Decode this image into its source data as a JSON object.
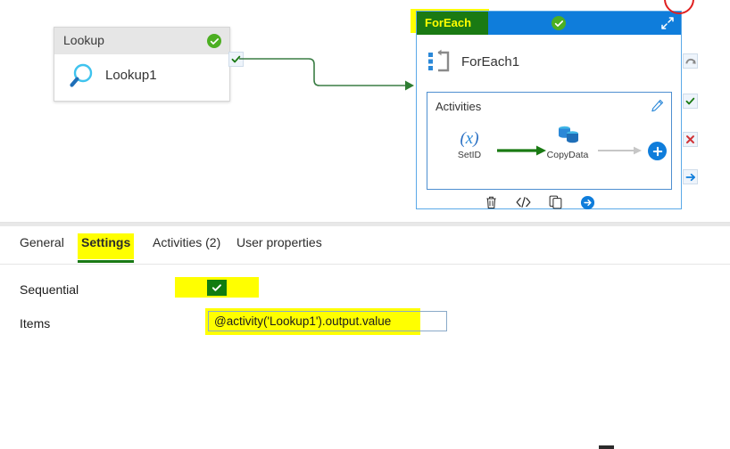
{
  "canvas": {
    "lookup_activity": {
      "type_label": "Lookup",
      "name": "Lookup1",
      "status_icon": "green-check-circle-icon",
      "search_icon": "magnifier-icon"
    },
    "connector": {
      "handle_icon": "green-check-icon",
      "color": "#2e7d32"
    },
    "foreach_activity": {
      "type_label": "ForEach",
      "name": "ForEach1",
      "status_icon": "green-check-circle-icon",
      "expand_icon": "collapse-expand-icon",
      "header_bg": "#0f7ddb",
      "header_highlight": "#1a7a13",
      "outer_highlight": "#ffff00",
      "activities_panel": {
        "label": "Activities",
        "edit_icon": "pencil-icon",
        "steps": [
          {
            "name": "SetID",
            "icon": "set-variable-icon"
          },
          {
            "name": "CopyData",
            "icon": "copy-data-icon"
          }
        ],
        "connector_colors": {
          "active": "#1a7a13",
          "inactive": "#bdbdbd"
        },
        "add_button_icon": "plus-icon"
      },
      "toolbar": [
        {
          "icon": "trash-icon",
          "label": "Delete"
        },
        {
          "icon": "code-icon",
          "label": "Code"
        },
        {
          "icon": "clone-icon",
          "label": "Clone"
        },
        {
          "icon": "arrow-right-circle-icon",
          "label": "Move"
        }
      ]
    },
    "connector_handles": [
      {
        "name": "skip",
        "icon": "skip-curved-arrow-icon"
      },
      {
        "name": "success",
        "icon": "green-check-icon"
      },
      {
        "name": "failure",
        "icon": "red-x-icon"
      },
      {
        "name": "completion",
        "icon": "blue-arrow-icon"
      }
    ],
    "annotation": {
      "shape": "red-circle",
      "color": "#e02020"
    },
    "scrollbar": {
      "orientation": "horizontal",
      "thumb_color": "#2b2b2b"
    }
  },
  "properties": {
    "tabs": [
      {
        "id": "general",
        "label": "General",
        "active": false,
        "highlighted": false
      },
      {
        "id": "settings",
        "label": "Settings",
        "active": true,
        "highlighted": true
      },
      {
        "id": "activities",
        "label": "Activities (2)",
        "active": false,
        "highlighted": false
      },
      {
        "id": "userprops",
        "label": "User properties",
        "active": false,
        "highlighted": false
      }
    ],
    "fields": {
      "sequential": {
        "label": "Sequential",
        "checked": true,
        "check_icon": "check-icon",
        "highlighted": true
      },
      "items": {
        "label": "Items",
        "value": "@activity('Lookup1').output.value",
        "placeholder": "",
        "highlighted": true
      }
    }
  },
  "colors": {
    "azure_blue": "#0f7ddb",
    "highlight_yellow": "#ffff00",
    "green": "#1a7a13",
    "success_green": "#4caf22",
    "error_red": "#d13438"
  }
}
